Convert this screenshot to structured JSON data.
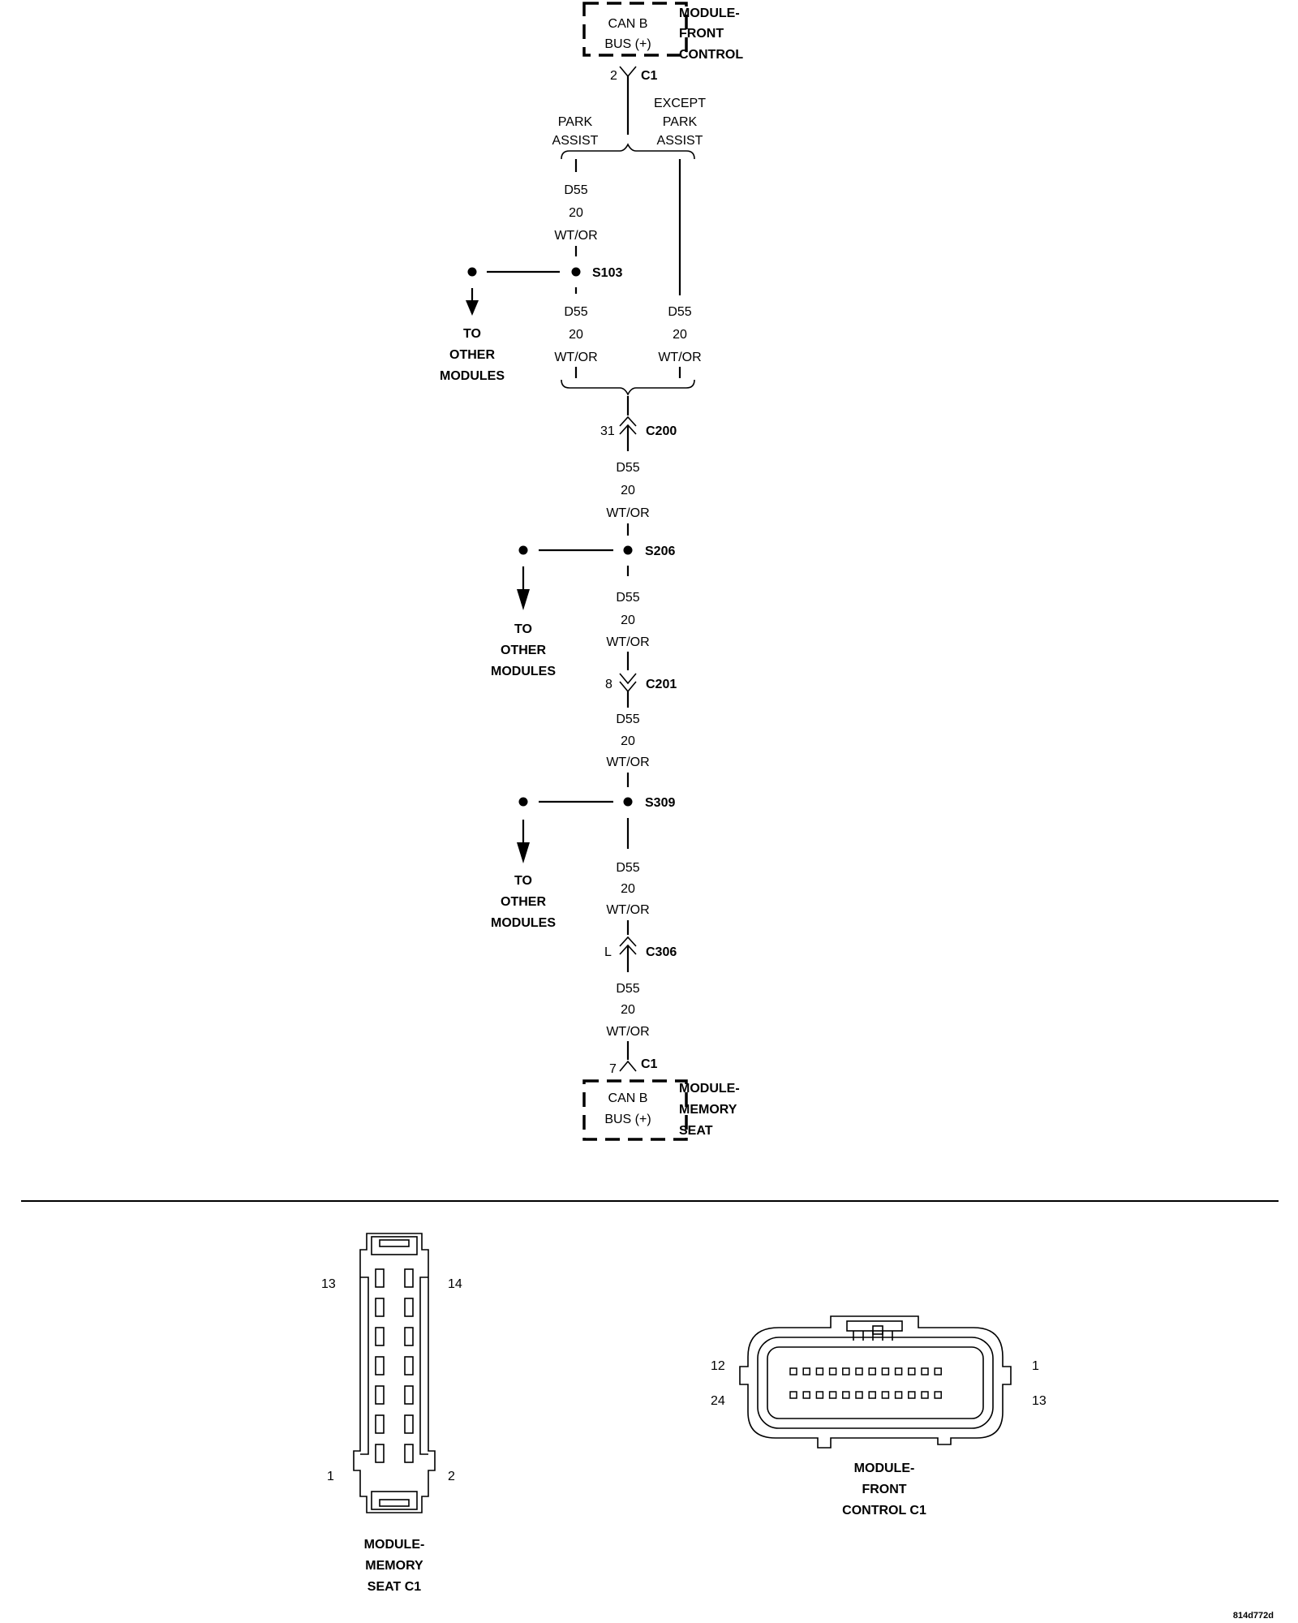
{
  "modules": {
    "front_control": {
      "box_line1": "CAN B",
      "box_line2": "BUS (+)",
      "name1": "MODULE-",
      "name2": "FRONT",
      "name3": "CONTROL",
      "pin": "2",
      "connector": "C1"
    },
    "memory_seat": {
      "box_line1": "CAN B",
      "box_line2": "BUS (+)",
      "name1": "MODULE-",
      "name2": "MEMORY",
      "name3": "SEAT",
      "pin": "7",
      "connector": "C1"
    }
  },
  "options": {
    "left1": "PARK",
    "left2": "ASSIST",
    "right1": "EXCEPT",
    "right2": "PARK",
    "right3": "ASSIST"
  },
  "wire": {
    "circuit": "D55",
    "gauge": "20",
    "color": "WT/OR"
  },
  "splices": [
    {
      "id": "S103",
      "dest1": "TO",
      "dest2": "OTHER",
      "dest3": "MODULES"
    },
    {
      "id": "S206",
      "dest1": "TO",
      "dest2": "OTHER",
      "dest3": "MODULES"
    },
    {
      "id": "S309",
      "dest1": "TO",
      "dest2": "OTHER",
      "dest3": "MODULES"
    }
  ],
  "inline_connectors": [
    {
      "id": "C200",
      "pin": "31"
    },
    {
      "id": "C201",
      "pin": "8"
    },
    {
      "id": "C306",
      "pin": "L"
    }
  ],
  "connector_views": {
    "memory_seat": {
      "pin_tl": "13",
      "pin_tr": "14",
      "pin_bl": "1",
      "pin_br": "2",
      "title1": "MODULE-",
      "title2": "MEMORY",
      "title3": "SEAT C1"
    },
    "front_control": {
      "pin_tl": "12",
      "pin_tr": "1",
      "pin_bl": "24",
      "pin_br": "13",
      "title1": "MODULE-",
      "title2": "FRONT",
      "title3": "CONTROL C1"
    }
  },
  "figure_id": "814d772d"
}
